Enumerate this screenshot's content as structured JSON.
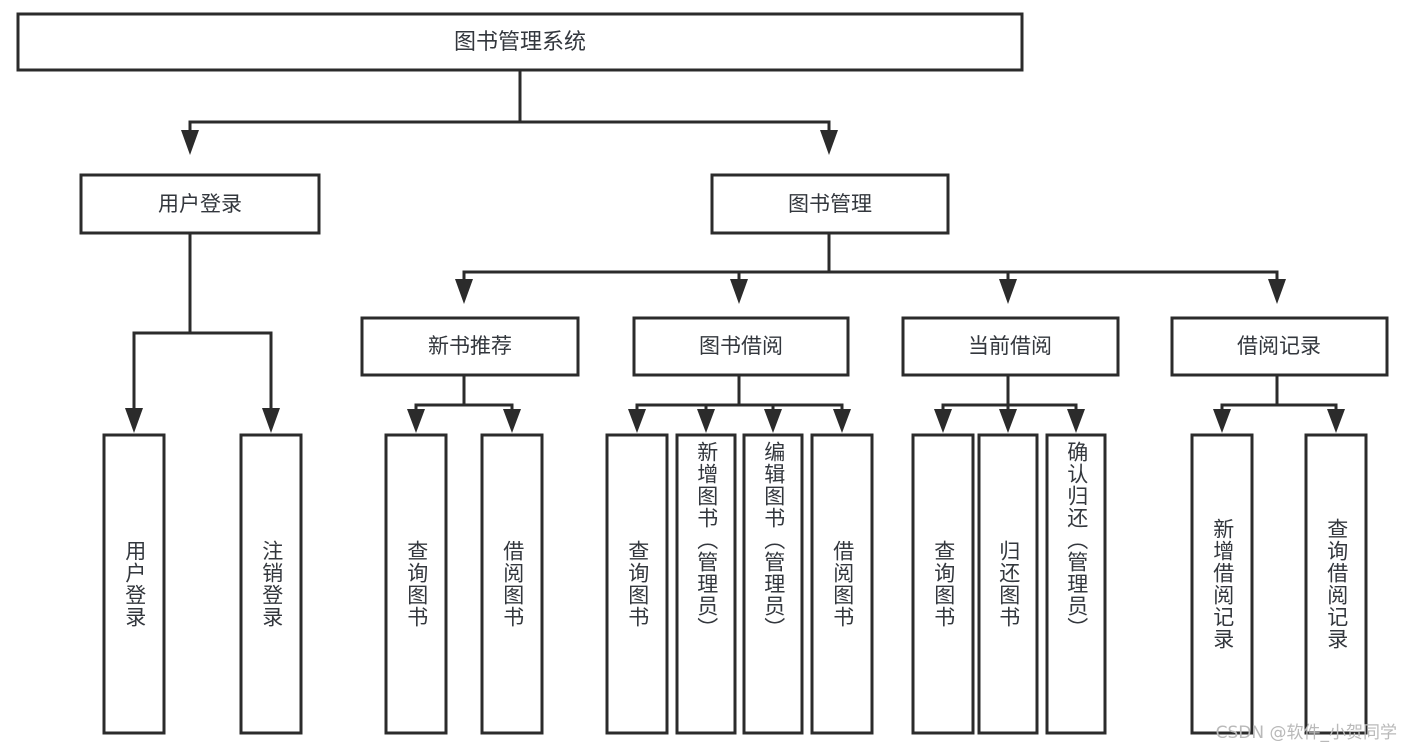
{
  "diagram": {
    "type": "tree",
    "title": "图书管理系统",
    "orientation": "top-down",
    "colors": {
      "box_fill": "#ffffff",
      "box_border": "#2b2b2b",
      "text": "#33373d",
      "connector": "#2b2b2b",
      "background": "#ffffff",
      "watermark": "#b9b9b9"
    },
    "root": {
      "id": "root",
      "label": "图书管理系统"
    },
    "level2": [
      {
        "id": "user-login",
        "label": "用户登录"
      },
      {
        "id": "book-management",
        "label": "图书管理"
      }
    ],
    "level3": [
      {
        "id": "new-book-recommend",
        "label": "新书推荐",
        "parent": "book-management"
      },
      {
        "id": "book-borrow",
        "label": "图书借阅",
        "parent": "book-management"
      },
      {
        "id": "current-borrow",
        "label": "当前借阅",
        "parent": "book-management"
      },
      {
        "id": "borrow-record",
        "label": "借阅记录",
        "parent": "book-management"
      }
    ],
    "leaves": [
      {
        "id": "leaf-user-login",
        "label": "用户登录",
        "parent": "user-login"
      },
      {
        "id": "leaf-logout-login",
        "label": "注销登录",
        "parent": "user-login"
      },
      {
        "id": "leaf-query-book-1",
        "label": "查询图书",
        "parent": "new-book-recommend"
      },
      {
        "id": "leaf-borrow-book-1",
        "label": "借阅图书",
        "parent": "new-book-recommend"
      },
      {
        "id": "leaf-query-book-2",
        "label": "查询图书",
        "parent": "book-borrow"
      },
      {
        "id": "leaf-add-book",
        "label": "新增图书（管理员）",
        "parent": "book-borrow"
      },
      {
        "id": "leaf-edit-book",
        "label": "编辑图书（管理员）",
        "parent": "book-borrow"
      },
      {
        "id": "leaf-borrow-book-2",
        "label": "借阅图书",
        "parent": "book-borrow"
      },
      {
        "id": "leaf-query-book-3",
        "label": "查询图书",
        "parent": "current-borrow"
      },
      {
        "id": "leaf-return-book",
        "label": "归还图书",
        "parent": "current-borrow"
      },
      {
        "id": "leaf-confirm-return",
        "label": "确认归还（管理员）",
        "parent": "current-borrow"
      },
      {
        "id": "leaf-add-record",
        "label": "新增借阅记录",
        "parent": "borrow-record"
      },
      {
        "id": "leaf-query-record",
        "label": "查询借阅记录",
        "parent": "borrow-record"
      }
    ]
  },
  "watermark": {
    "text": "CSDN @软件_小贺同学"
  }
}
